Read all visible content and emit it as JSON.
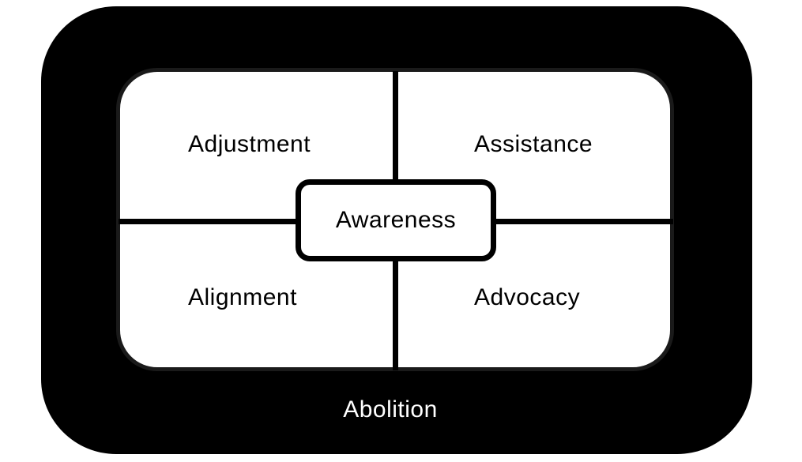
{
  "diagram": {
    "outer_label": "Abolition",
    "center_label": "Awareness",
    "quadrants": {
      "top_left": "Adjustment",
      "top_right": "Assistance",
      "bottom_left": "Alignment",
      "bottom_right": "Advocacy"
    }
  },
  "colors": {
    "outer_frame": "#000000",
    "inner_panel": "#ffffff",
    "outer_text": "#ffffff",
    "inner_text": "#000000"
  }
}
